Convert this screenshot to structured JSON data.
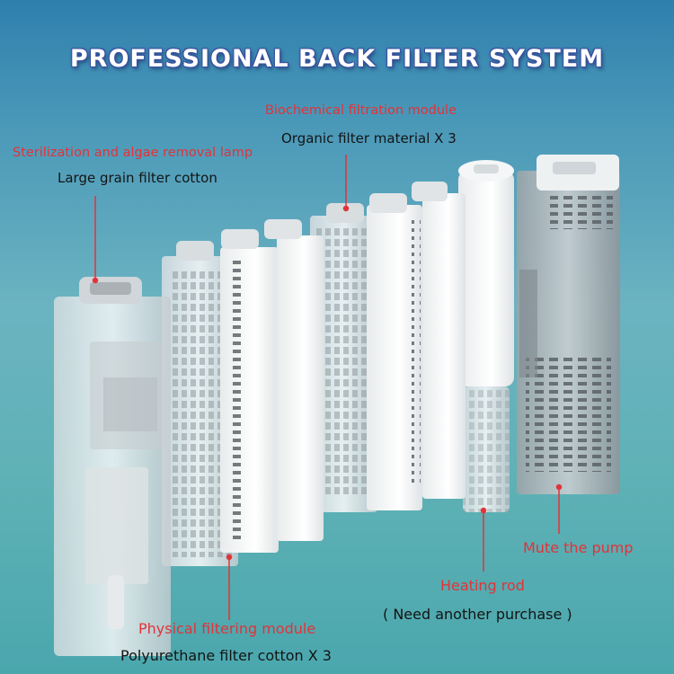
{
  "title": "PROFESSIONAL BACK FILTER SYSTEM",
  "callouts": {
    "biochemical": {
      "name": "Biochemical filtration module",
      "detail": "Organic filter material X 3"
    },
    "sterilization": {
      "name": "Sterilization and algae removal lamp",
      "detail": "Large grain filter cotton"
    },
    "physical": {
      "name": "Physical filtering module",
      "detail": "Polyurethane filter cotton X 3"
    },
    "heating": {
      "name": "Heating rod",
      "detail": "( Need another purchase )"
    },
    "pump": {
      "name": "Mute the pump"
    }
  },
  "colors": {
    "label_red": "#e1333a",
    "title_outline": "#3a4fa0",
    "background_top": "#2f7fae",
    "background_bottom": "#4aa7ad"
  }
}
